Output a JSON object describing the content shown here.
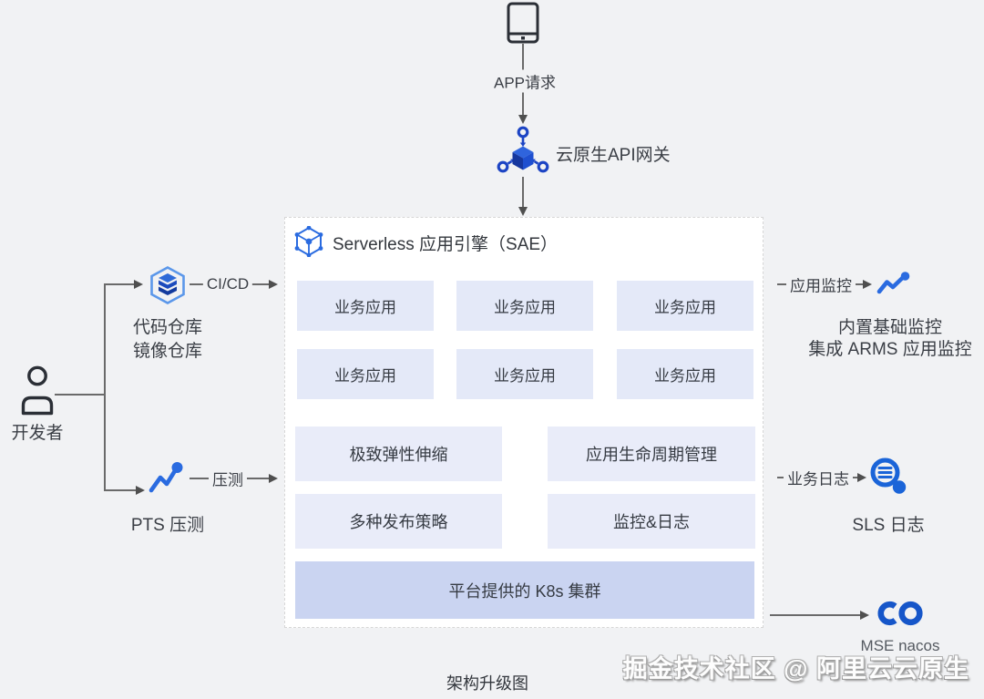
{
  "colors": {
    "canvas_bg": "#F1F2F4",
    "panel_bg": "#FFFFFF",
    "panel_border": "#D6D6D6",
    "app_box_bg": "#E4E9F8",
    "feature_box_bg": "#E9ECF9",
    "k8s_bar_bg": "#CAD4F1",
    "accent_blue": "#2A6BE0",
    "gateway_dark_blue": "#1C44C4",
    "line_gray": "#6A6A6A",
    "text_dark": "#363B43"
  },
  "flow_top": {
    "app_request_label": "APP请求",
    "gateway_label": "云原生API网关"
  },
  "sae_panel": {
    "title": "Serverless 应用引擎（SAE）",
    "app_boxes": [
      "业务应用",
      "业务应用",
      "业务应用",
      "业务应用",
      "业务应用",
      "业务应用"
    ],
    "feature_boxes": [
      "极致弹性伸缩",
      "应用生命周期管理",
      "多种发布策略",
      "监控&日志"
    ],
    "k8s_bar_label": "平台提供的 K8s 集群"
  },
  "left_side": {
    "developer_label": "开发者",
    "repo_label_line1": "代码仓库",
    "repo_label_line2": "镜像仓库",
    "cicd_arrow_label": "CI/CD",
    "loadtest_arrow_label": "压测",
    "pts_label": "PTS 压测"
  },
  "right_side": {
    "app_monitor_arrow_label": "应用监控",
    "monitor_caption_line1": "内置基础监控",
    "monitor_caption_line2": "集成 ARMS 应用监控",
    "biz_log_arrow_label": "业务日志",
    "sls_label": "SLS 日志",
    "mse_label": "MSE nacos"
  },
  "caption": "架构升级图",
  "watermark": "掘金技术社区 @ 阿里云云原生",
  "icons": [
    "smartphone-icon",
    "api-gateway-icon",
    "sae-engine-icon",
    "developer-icon",
    "code-repo-icon",
    "pts-loadtest-icon",
    "app-monitor-icon",
    "sls-log-icon",
    "mse-nacos-icon"
  ]
}
